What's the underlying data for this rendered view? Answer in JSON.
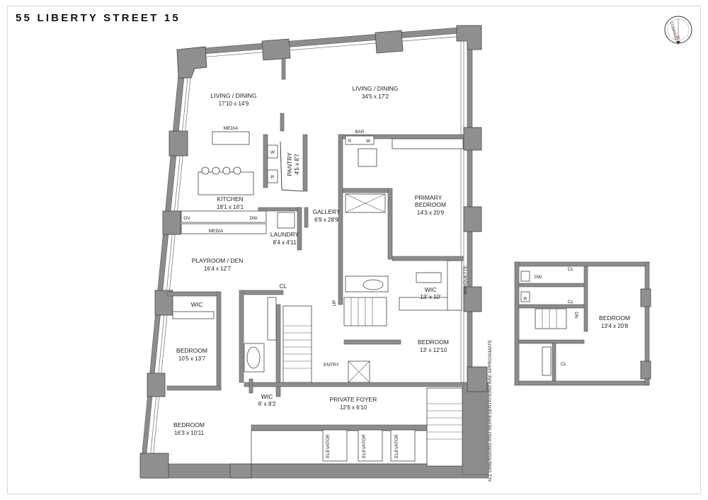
{
  "title": "55 LIBERTY STREET 15",
  "compass": {
    "label": "COMPASS",
    "north": "N"
  },
  "disclaimer": "ALL DIMENSIONS AND REPRESENTATIONS ARE APPROXIMATE",
  "rooms": {
    "living_dining_west": {
      "name": "LIVING / DINING",
      "dims": "17'10 x 14'9"
    },
    "living_dining_east": {
      "name": "LIVING / DINING",
      "dims": "34'5 x 17'2"
    },
    "kitchen": {
      "name": "KITCHEN",
      "dims": "18'1 x 16'1"
    },
    "pantry": {
      "name": "PANTRY",
      "dims": "4'5 x 8'7"
    },
    "gallery": {
      "name": "GALLERY",
      "dims": "6'9 x 28'9"
    },
    "primary_bedroom": {
      "name": "PRIMARY BEDROOM",
      "line1": "PRIMARY",
      "line2": "BEDROOM",
      "dims": "14'3 x 20'9"
    },
    "laundry": {
      "name": "LAUNDRY",
      "dims": "8'4 x 4'11"
    },
    "playroom": {
      "name": "PLAYROOM / DEN",
      "dims": "16'4 x 12'7"
    },
    "wic_primary": {
      "name": "WIC",
      "dims": "13' x 10'"
    },
    "bedroom_west": {
      "name": "BEDROOM",
      "dims": "10'5 x 13'7"
    },
    "bedroom_east": {
      "name": "BEDROOM",
      "dims": "13' x 12'10"
    },
    "wic_small": {
      "name": "WIC",
      "dims": "6' x 8'2"
    },
    "private_foyer": {
      "name": "PRIVATE FOYER",
      "dims": "12'6 x 6'10"
    },
    "bedroom_southwest": {
      "name": "BEDROOM",
      "dims": "16'3 x 10'11"
    },
    "bedroom_annex": {
      "name": "BEDROOM",
      "dims": "13'4 x 20'8"
    }
  },
  "labels": {
    "media_living": "MEDIA",
    "media_kitchen": "MEDIA",
    "bar": "BAR",
    "banquette": "BANQUETTE",
    "entry": "ENTRY",
    "cl": "CL",
    "wic": "WIC",
    "up": "UP",
    "dn": "DN",
    "elevator": "ELEVATOR",
    "ov": "OV",
    "dw": "DW",
    "r": "R",
    "w": "W"
  }
}
